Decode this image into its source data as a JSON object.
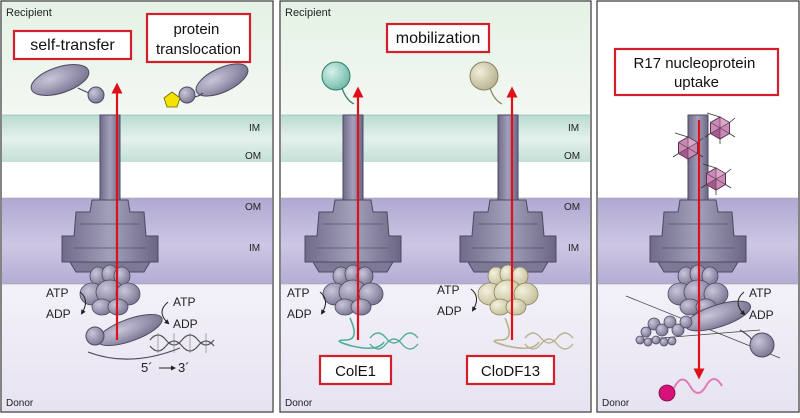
{
  "panels": [
    {
      "top_label": "Recipient",
      "bottom_label": "Donor",
      "boxes": [
        "self-transfer",
        "protein translocation"
      ],
      "membranes": [
        "IM",
        "OM",
        "OM",
        "IM"
      ],
      "nucleotides": [
        "ATP",
        "ADP",
        "ATP",
        "ADP"
      ],
      "dna_polarity": {
        "five_prime": "5´",
        "three_prime": "3´"
      }
    },
    {
      "top_label": "Recipient",
      "bottom_label": "Donor",
      "boxes": [
        "mobilization"
      ],
      "membranes": [
        "IM",
        "OM",
        "OM",
        "IM"
      ],
      "nucleotides": [
        "ATP",
        "ADP",
        "ATP",
        "ADP"
      ],
      "plasmids": [
        "ColE1",
        "CloDF13"
      ]
    },
    {
      "bottom_label": "Donor",
      "boxes": [
        "R17 nucleoprotein uptake"
      ],
      "nucleotides": [
        "ATP",
        "ADP"
      ]
    }
  ],
  "colors": {
    "recipient_bg": "#eef6ee",
    "im_band": "#bcdcd2",
    "om_band": "#b9b1d6",
    "donor_bg": "#eeebf5",
    "protein": "#8f8ca6",
    "arrow": "#e0101b",
    "box_border": "#d31f2b",
    "cole1": "#4fae9a",
    "clodf13": "#cfc9a4",
    "phage": "#b46a9c",
    "rna": "#d94f9e",
    "rna_cap": "#d6127a",
    "effector": "#f4e300"
  }
}
